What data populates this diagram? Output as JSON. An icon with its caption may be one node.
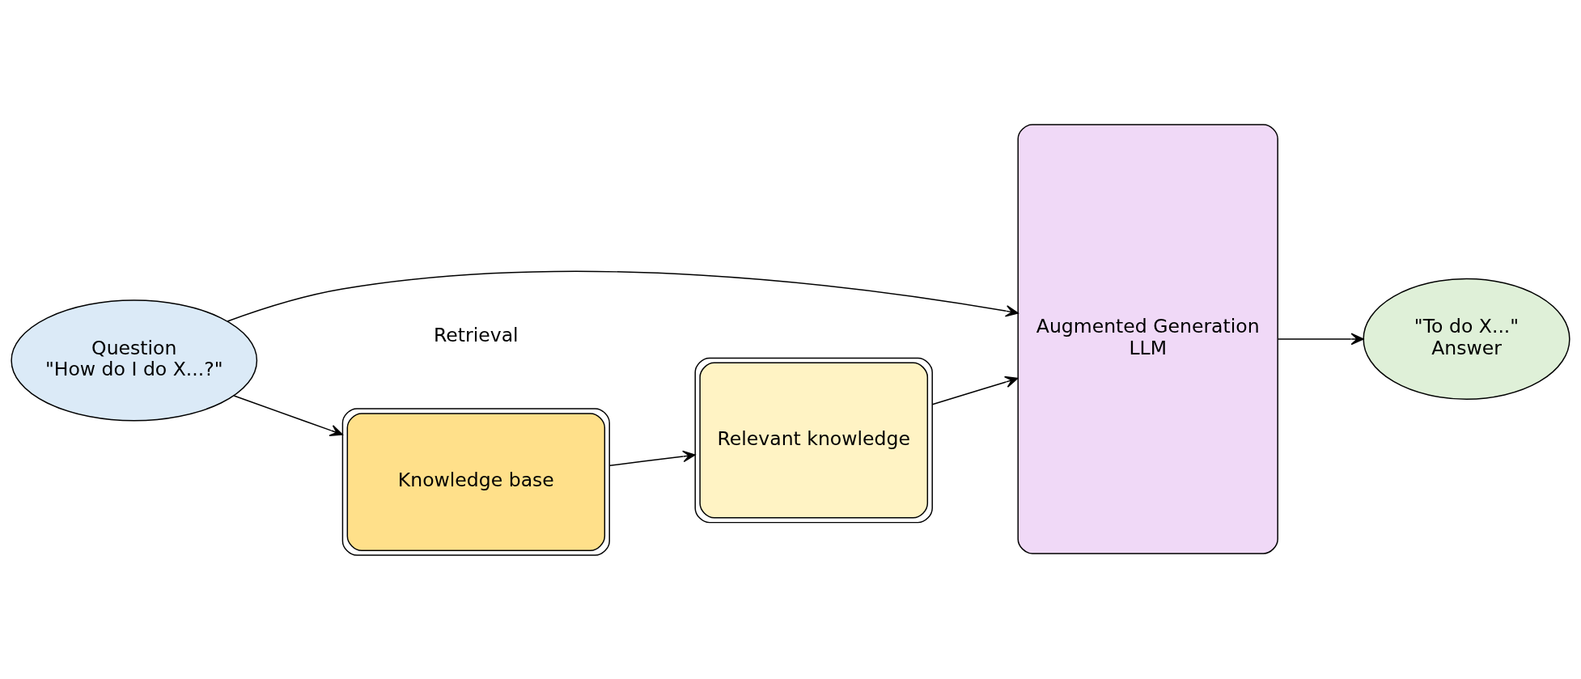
{
  "diagram": {
    "nodes": [
      {
        "text": [
          "Question",
          "\"How do I do X...?\""
        ]
      },
      {
        "text": [
          "Knowledge base"
        ]
      },
      {
        "text": [
          "Relevant knowledge"
        ]
      },
      {
        "text": [
          "Augmented Generation",
          "LLM"
        ]
      },
      {
        "text": [
          "\"To do X...\"",
          "Answer"
        ]
      }
    ],
    "edges": [
      {
        "from": 0,
        "to": 1,
        "arrow": "to"
      },
      {
        "from": 1,
        "to": 2,
        "arrow": "to"
      },
      {
        "from": 2,
        "to": 3,
        "arrow": "to"
      },
      {
        "from": 0,
        "to": 3,
        "arrow": "to"
      },
      {
        "from": 3,
        "to": 4,
        "arrow": "to"
      }
    ],
    "labels": [
      "Retrieval"
    ]
  }
}
